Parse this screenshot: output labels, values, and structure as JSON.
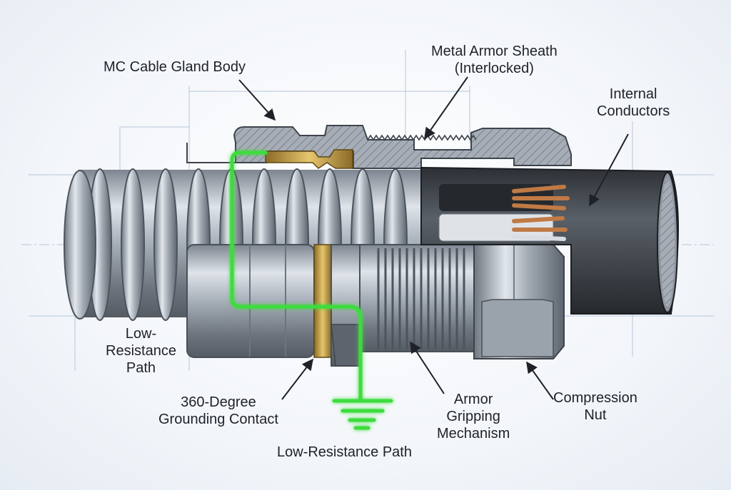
{
  "labels": {
    "gland_body": "MC Cable Gland Body",
    "armor_sheath_1": "Metal Armor Sheath",
    "armor_sheath_2": "(Interlocked)",
    "conductors_1": "Internal",
    "conductors_2": "Conductors",
    "low_res_left_1": "Low-",
    "low_res_left_2": "Resistance",
    "low_res_left_3": "Path",
    "grounding_1": "360-Degree",
    "grounding_2": "Grounding Contact",
    "armor_grip_1": "Armor",
    "armor_grip_2": "Gripping",
    "armor_grip_3": "Mechanism",
    "comp_nut_1": "Compression",
    "comp_nut_2": "Nut",
    "low_res_bottom": "Low-Resistance Path"
  },
  "colors": {
    "ground_path": "#3ddc3d",
    "brass": "#c9a34a",
    "steel": "#a9b1bb",
    "cable_jacket": "#3a3f45",
    "copper": "#c07a45"
  }
}
